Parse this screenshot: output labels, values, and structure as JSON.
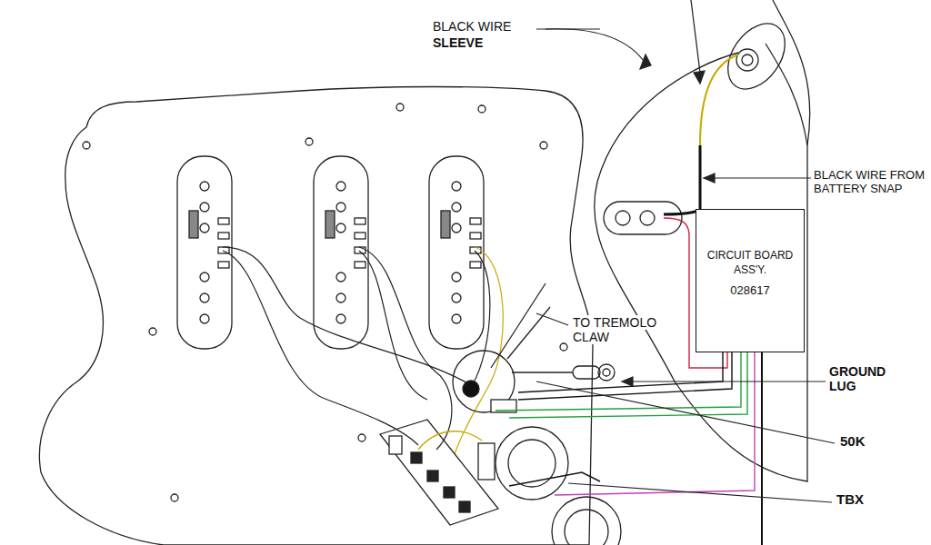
{
  "diagram": {
    "nodes": [
      {
        "text": [
          "CIRCUIT BOARD ASS'Y.",
          "028617"
        ]
      }
    ],
    "labels": [
      "BLACK WIRE",
      "SLEEVE",
      "BLACK WIRE FROM BATTERY SNAP",
      "TO TREMOLO CLAW",
      "GROUND LUG",
      "50K",
      "TBX"
    ]
  }
}
